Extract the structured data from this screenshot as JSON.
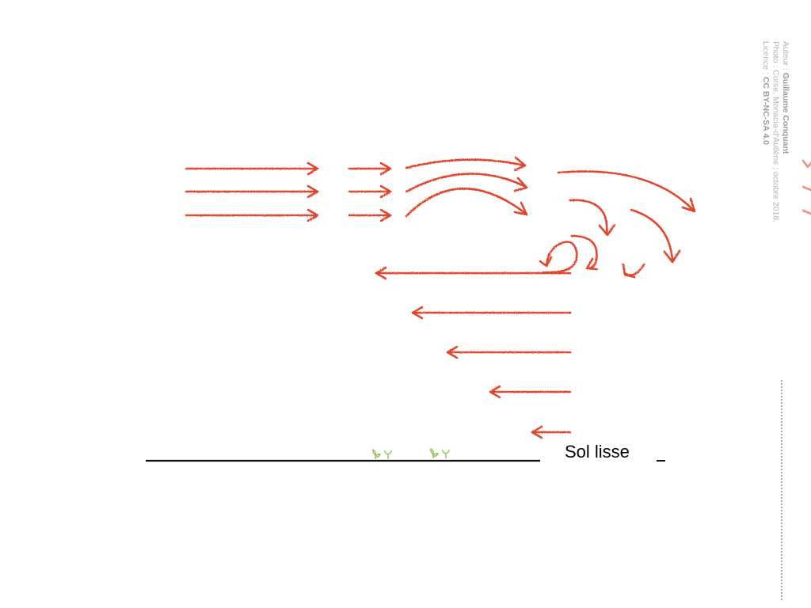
{
  "colors": {
    "arrow": "#e0452f",
    "ground": "#111111",
    "plant": "#8cc152",
    "credit": "#b3b3b3"
  },
  "credit": {
    "author_label": "Auteur : ",
    "author": "Guillaume Conquant",
    "photo_label": "Photo : Corse, Monacia-d'Aullène ; octobre 2018.",
    "license_label": "Licence : ",
    "license": "CC BY-NC-SA 4.0"
  },
  "ground": {
    "label": "Sol lisse"
  },
  "icons": [
    "sprout-icon",
    "sprout-icon"
  ]
}
